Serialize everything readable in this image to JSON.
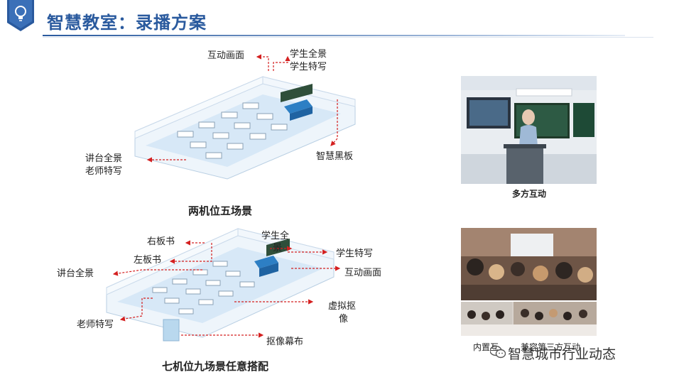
{
  "title": "智慧教室：录播方案",
  "diagram1": {
    "caption": "两机位五场景",
    "labels": {
      "interactive": "互动画面",
      "student_pano": "学生全景",
      "student_close": "学生特写",
      "podium_pano": "讲台全景",
      "teacher_close": "老师特写",
      "smart_board": "智慧黑板"
    }
  },
  "diagram2": {
    "caption": "七机位九场景任意搭配",
    "labels": {
      "right_board": "右板书",
      "left_board": "左板书",
      "podium_pano": "讲台全景",
      "teacher_close": "老师特写",
      "student_pano_1": "学生全",
      "student_pano_2": "景",
      "student_close": "学生特写",
      "interactive": "互动画面",
      "virtual_key_1": "虚拟抠",
      "virtual_key_2": "像",
      "keying_screen": "抠像幕布"
    }
  },
  "photo1": {
    "caption": "多方互动"
  },
  "photo2": {
    "caption_left": "内置互",
    "caption_right": "兼容第三方互动"
  },
  "watermark": "智慧城市行业动态",
  "colors": {
    "accent": "#2a5a9e",
    "arrow": "#d42020"
  }
}
